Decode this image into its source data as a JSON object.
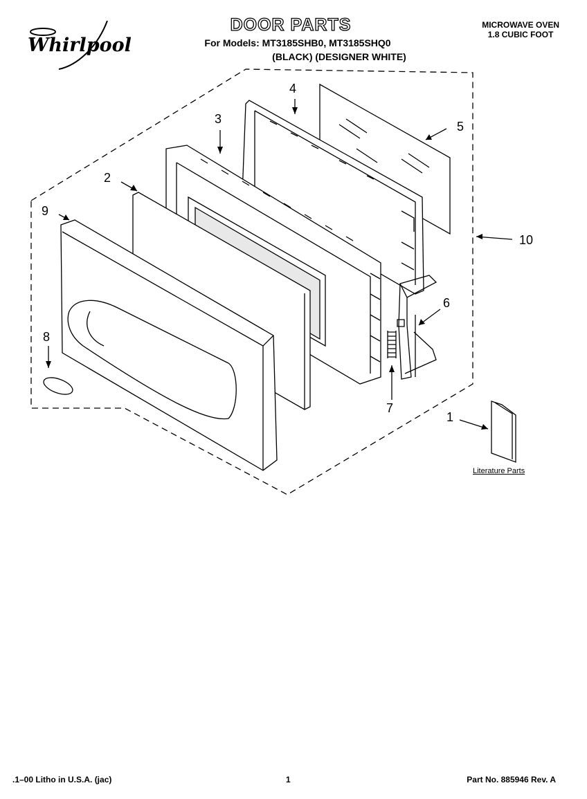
{
  "header": {
    "brand": "Whirlpool",
    "title": "DOOR PARTS",
    "models": "For Models: MT3185SHB0, MT3185SHQ0",
    "colors": "(BLACK)   (DESIGNER WHITE)",
    "product_line1": "MICROWAVE OVEN",
    "product_line2": "1.8 CUBIC FOOT"
  },
  "callouts": {
    "c1": "1",
    "c2": "2",
    "c3": "3",
    "c4": "4",
    "c5": "5",
    "c6": "6",
    "c7": "7",
    "c8": "8",
    "c9": "9",
    "c10": "10"
  },
  "literature_label": "Literature Parts",
  "footer": {
    "left": ".1–00 Litho in U.S.A. (jac)",
    "page": "1",
    "right": "Part No. 885946 Rev. A"
  }
}
